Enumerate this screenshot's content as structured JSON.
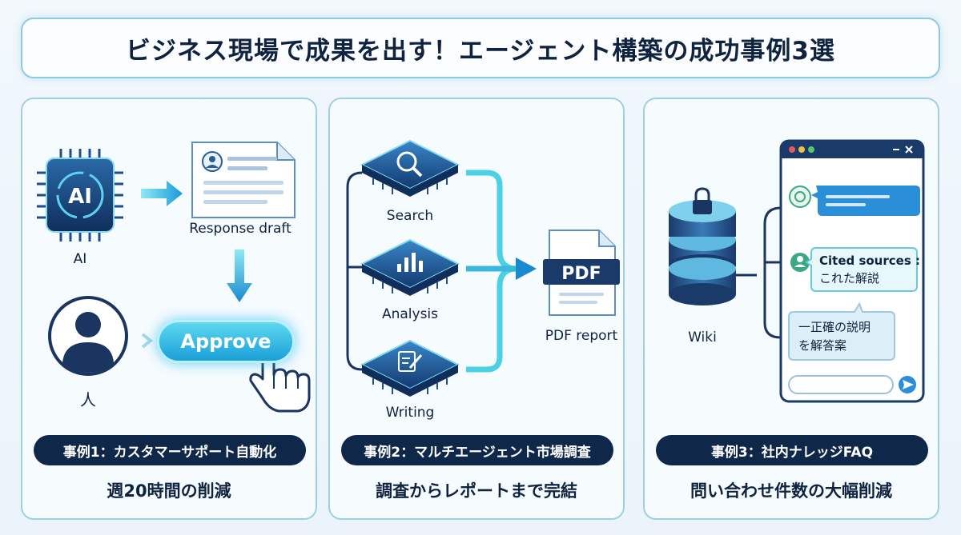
{
  "title": "ビジネス現場で成果を出す！エージェント構築の成功事例3選",
  "cases": [
    {
      "pill": "事例1：カスタマーサポート自動化",
      "result": "週20時間の削減",
      "labels": {
        "ai": "AI",
        "ai_chip": "AI",
        "draft": "Response draft",
        "approve": "Approve",
        "human": "人"
      }
    },
    {
      "pill": "事例2：マルチエージェント市場調査",
      "result": "調査からレポートまで完結",
      "labels": {
        "search": "Search",
        "analysis": "Analysis",
        "writing": "Writing",
        "pdf_badge": "PDF",
        "pdf_report": "PDF report"
      }
    },
    {
      "pill": "事例3：社内ナレッジFAQ",
      "result": "問い合わせ件数の大幅削減",
      "labels": {
        "wiki": "Wiki",
        "cited_line1": "Cited sources :",
        "cited_line2": "これた解説",
        "answer_line1": "一正確の説明",
        "answer_line2": "を解答案"
      }
    }
  ],
  "icons": [
    "ai-chip-icon",
    "document-icon",
    "person-icon",
    "cursor-hand-icon",
    "search-icon",
    "bar-chart-icon",
    "pencil-icon",
    "pdf-file-icon",
    "database-icon",
    "lock-icon",
    "bot-icon",
    "user-icon",
    "send-icon"
  ],
  "colors": {
    "navy": "#0f2748",
    "accent": "#1aa0d8",
    "cyan": "#3cc8e8",
    "text": "#0f2340"
  }
}
